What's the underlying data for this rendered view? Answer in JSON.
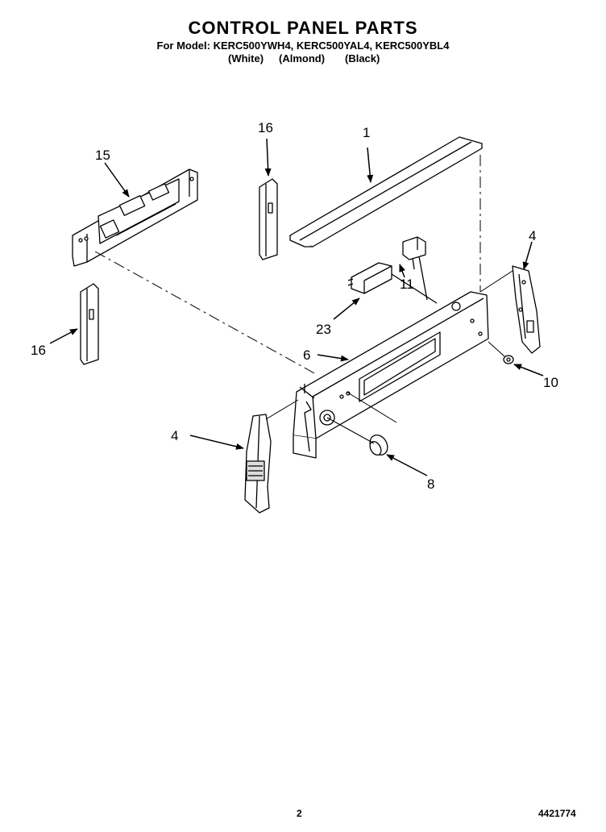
{
  "header": {
    "title": "CONTROL PANEL PARTS",
    "models": "For Model: KERC500YWH4, KERC500YAL4, KERC500YBL4",
    "colors": [
      "(White)",
      "(Almond)",
      "(Black)"
    ]
  },
  "callouts": [
    "1",
    "4",
    "4",
    "6",
    "8",
    "10",
    "11",
    "15",
    "16",
    "16",
    "23"
  ],
  "footer": {
    "page_number": "2",
    "doc_number": "4421774"
  }
}
